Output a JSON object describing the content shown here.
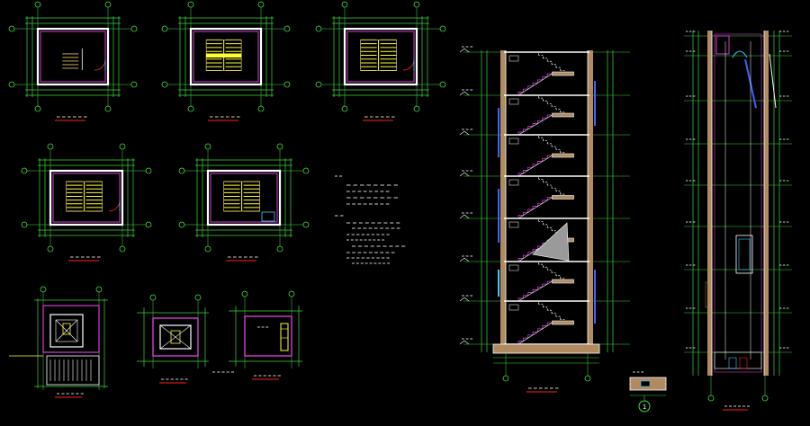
{
  "colors": {
    "background": "#000000",
    "wall": "#ffffff",
    "wall_magenta": "#d040d0",
    "dimension_green": "#39d739",
    "axis_green": "#3fe03f",
    "stair_yellow": "#ffff33",
    "tread_gold": "#d8c060",
    "title_underline_red": "#ff2020",
    "hatch_tan": "#b08a60",
    "cyan": "#40c8ff",
    "blue_line": "#4060ff",
    "grey_fill": "#9a9a9a"
  },
  "icons": {
    "axis_bubble": "circle-axis-marker",
    "section_marker": "numbered-circle-marker"
  },
  "section_marker_label": "1"
}
